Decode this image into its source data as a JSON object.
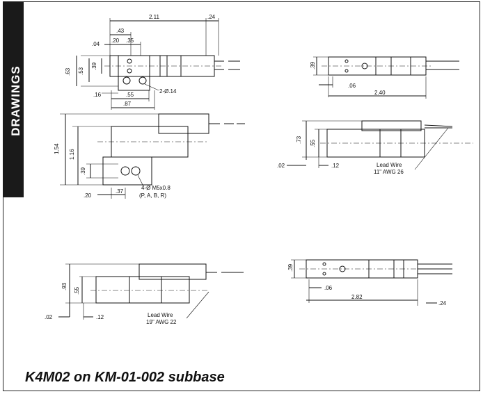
{
  "sidebar": {
    "label": "DRAWINGS"
  },
  "caption": "K4M02 on KM-01-002 subbase",
  "views": {
    "top_left": {
      "d_211": "2.11",
      "d_24": ".24",
      "d_43": ".43",
      "d_04": ".04",
      "d_20": ".20",
      "d_35": ".35",
      "d_63": ".63",
      "d_53": ".53",
      "d_39": ".39",
      "d_16": ".16",
      "d_55": ".55",
      "d_87": ".87",
      "hole": "2-Ø.14"
    },
    "mid_left": {
      "d_154": "1.54",
      "d_116": "1.16",
      "d_39": ".39",
      "d_20": ".20",
      "d_37": ".37",
      "ports_1": "4-Ø M5x0.8",
      "ports_2": "(P, A, B, R)"
    },
    "top_right": {
      "d_39": ".39",
      "d_06": ".06",
      "d_240": "2.40"
    },
    "mid_right": {
      "d_73": ".73",
      "d_55": ".55",
      "d_02": ".02",
      "d_12": ".12",
      "lead_1": "Lead Wire",
      "lead_2": "11\" AWG 26"
    },
    "bot_left": {
      "d_93": ".93",
      "d_55": ".55",
      "d_02": ".02",
      "d_12": ".12",
      "lead_1": "Lead Wire",
      "lead_2": "19\" AWG 22"
    },
    "bot_right": {
      "d_39": ".39",
      "d_06": ".06",
      "d_282": "2.82",
      "d_24": ".24"
    }
  }
}
